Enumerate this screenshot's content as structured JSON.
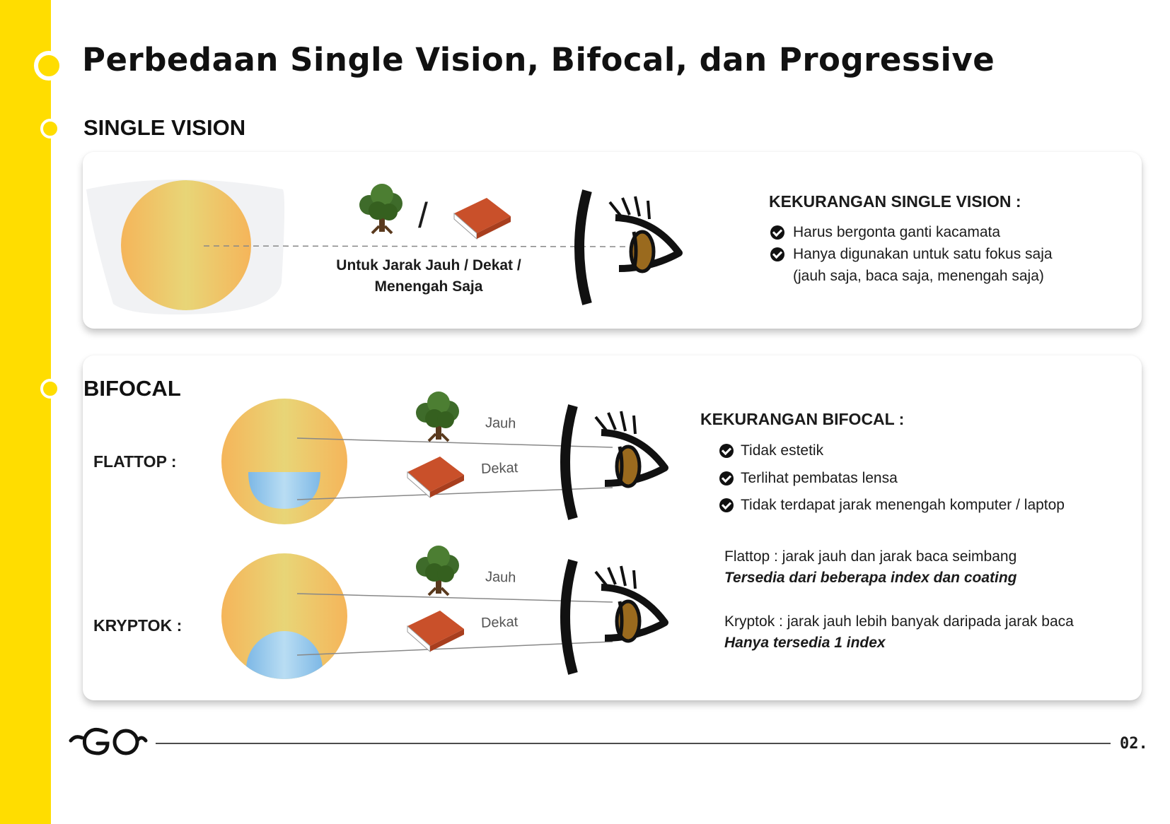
{
  "title": "Perbedaan Single Vision, Bifocal, dan Progressive",
  "single_vision": {
    "heading": "SINGLE VISION",
    "caption_line1": "Untuk Jarak Jauh / Dekat /",
    "caption_line2": "Menengah Saja",
    "slash": "/",
    "drawback_title": "KEKURANGAN SINGLE VISION :",
    "drawbacks": [
      "Harus bergonta ganti kacamata",
      "Hanya digunakan untuk satu fokus saja",
      "(jauh saja, baca saja, menengah saja)"
    ]
  },
  "bifocal": {
    "heading": "BIFOCAL",
    "flattop_label": "FLATTOP :",
    "kryptok_label": "KRYPTOK :",
    "far_label": "Jauh",
    "near_label": "Dekat",
    "drawback_title": "KEKURANGAN BIFOCAL :",
    "drawbacks": [
      "Tidak estetik",
      "Terlihat pembatas lensa",
      "Tidak terdapat jarak menengah komputer / laptop"
    ],
    "flattop_note": "Flattop : jarak jauh dan jarak baca seimbang",
    "flattop_note_italic": "Tersedia dari beberapa index dan coating",
    "kryptok_note": "Kryptok : jarak jauh lebih banyak daripada jarak baca",
    "kryptok_note_italic": "Hanya tersedia 1 index"
  },
  "footer": {
    "logo": "GO",
    "page_number": "02."
  },
  "colors": {
    "accent": "#FFDD00",
    "lens_orange": "#F5B55A",
    "lens_yellow": "#E8D577",
    "segment_blue": "#8EC5EC",
    "book_red": "#C9502A",
    "iris": "#9A6A1E"
  }
}
